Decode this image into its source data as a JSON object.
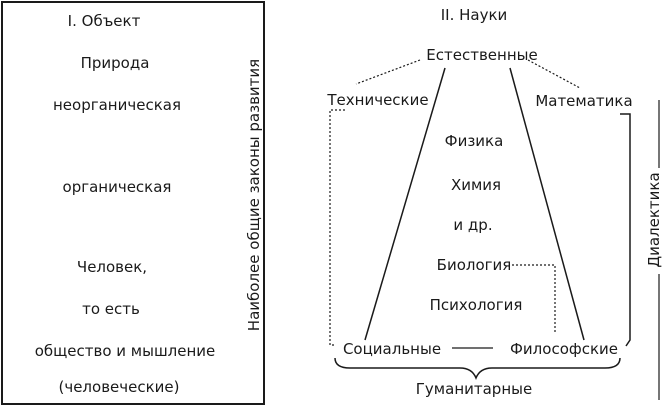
{
  "left_panel": {
    "title": "I. Объект",
    "items": {
      "nature": "Природа",
      "inorganic": "неорганическая",
      "organic": "органическая",
      "human": "Человек,",
      "that_is": "то есть",
      "society_thought": "общество и мышление",
      "human_paren": "(человеческие)"
    },
    "vertical_label": "Наиболее общие законы развития"
  },
  "right_panel": {
    "title": "II. Науки",
    "natural": "Естественные",
    "technical": "Технические",
    "mathematics": "Математика",
    "physics": "Физика",
    "chemistry": "Химия",
    "etc": "и др.",
    "biology": "Биология",
    "psychology": "Психология",
    "social": "Социальные",
    "philosophical": "Философские",
    "humanities": "Гуманитарные",
    "dialectics": "Диалектика"
  }
}
